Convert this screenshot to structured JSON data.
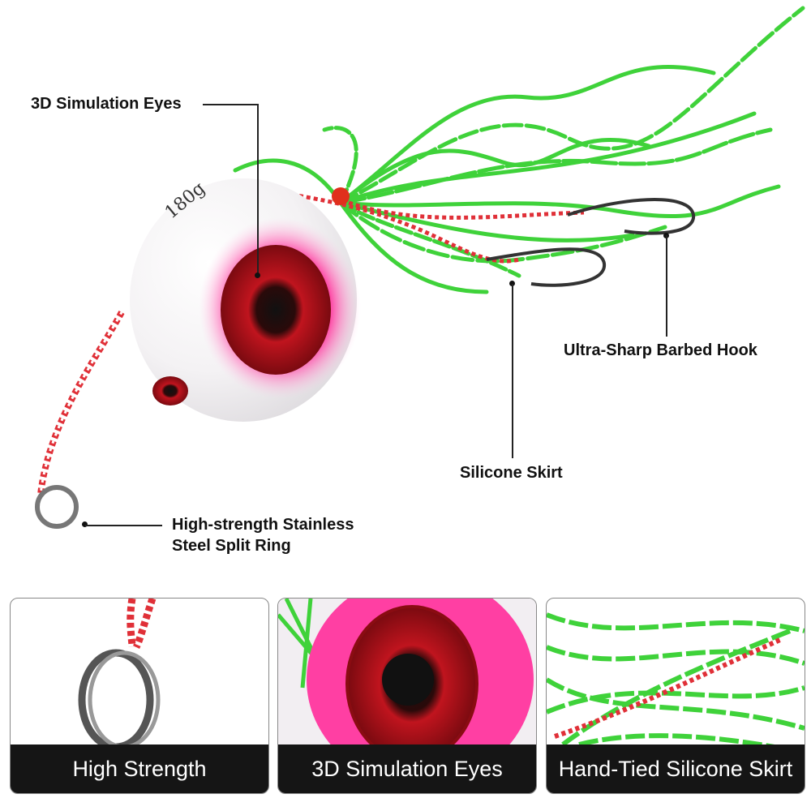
{
  "product": {
    "weight_marking": "180g"
  },
  "callouts": {
    "eyes": "3D Simulation Eyes",
    "hook": "Ultra-Sharp Barbed Hook",
    "skirt": "Silicone Skirt",
    "ring_line1": "High-strength Stainless",
    "ring_line2": "Steel Split Ring"
  },
  "panels": [
    {
      "caption": "High Strength"
    },
    {
      "caption": "3D Simulation Eyes"
    },
    {
      "caption": "Hand-Tied Silicone Skirt"
    }
  ],
  "colors": {
    "skirt_green": "#3fd23a",
    "head_pink": "#ff2f9a",
    "eye_red": "#c0141e",
    "caption_bg": "#151515"
  }
}
